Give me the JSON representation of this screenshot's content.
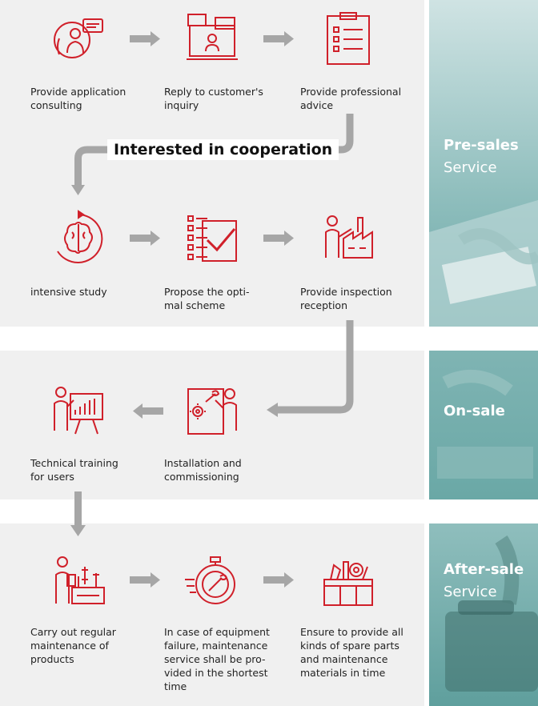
{
  "colors": {
    "icon_red": "#d0202a",
    "arrow_gray": "#a6a6a6",
    "panel_bg": "#f0f0f0",
    "side_teal": "#6aa8a6"
  },
  "highlight": "Interested in cooperation",
  "sections": [
    {
      "title_bold": "Pre-sales",
      "title_light": "Service"
    },
    {
      "title_bold": "On-sale",
      "title_light": ""
    },
    {
      "title_bold": "After-sale",
      "title_light": "Service"
    }
  ],
  "steps": [
    {
      "icon": "phone-consulting-icon",
      "label": "Provide application consulting"
    },
    {
      "icon": "online-chat-icon",
      "label": "Reply to customer's inquiry"
    },
    {
      "icon": "clipboard-checklist-icon",
      "label": "Provide professional advice"
    },
    {
      "icon": "brain-study-icon",
      "label": "intensive study"
    },
    {
      "icon": "checklist-scheme-icon",
      "label": "Propose the opti-mal scheme"
    },
    {
      "icon": "factory-inspection-icon",
      "label": "Provide inspection reception"
    },
    {
      "icon": "technical-training-icon",
      "label": "Technical training for users"
    },
    {
      "icon": "installation-commissioning-icon",
      "label": "Installation and commissioning"
    },
    {
      "icon": "maintenance-worker-icon",
      "label": "Carry out regular maintenance of products"
    },
    {
      "icon": "stopwatch-wrench-icon",
      "label": "In case of equipment failure, maintenance service shall be pro-vided in the shortest time"
    },
    {
      "icon": "spare-parts-toolbox-icon",
      "label": "Ensure to provide all kinds of spare parts and maintenance materials in time"
    }
  ]
}
